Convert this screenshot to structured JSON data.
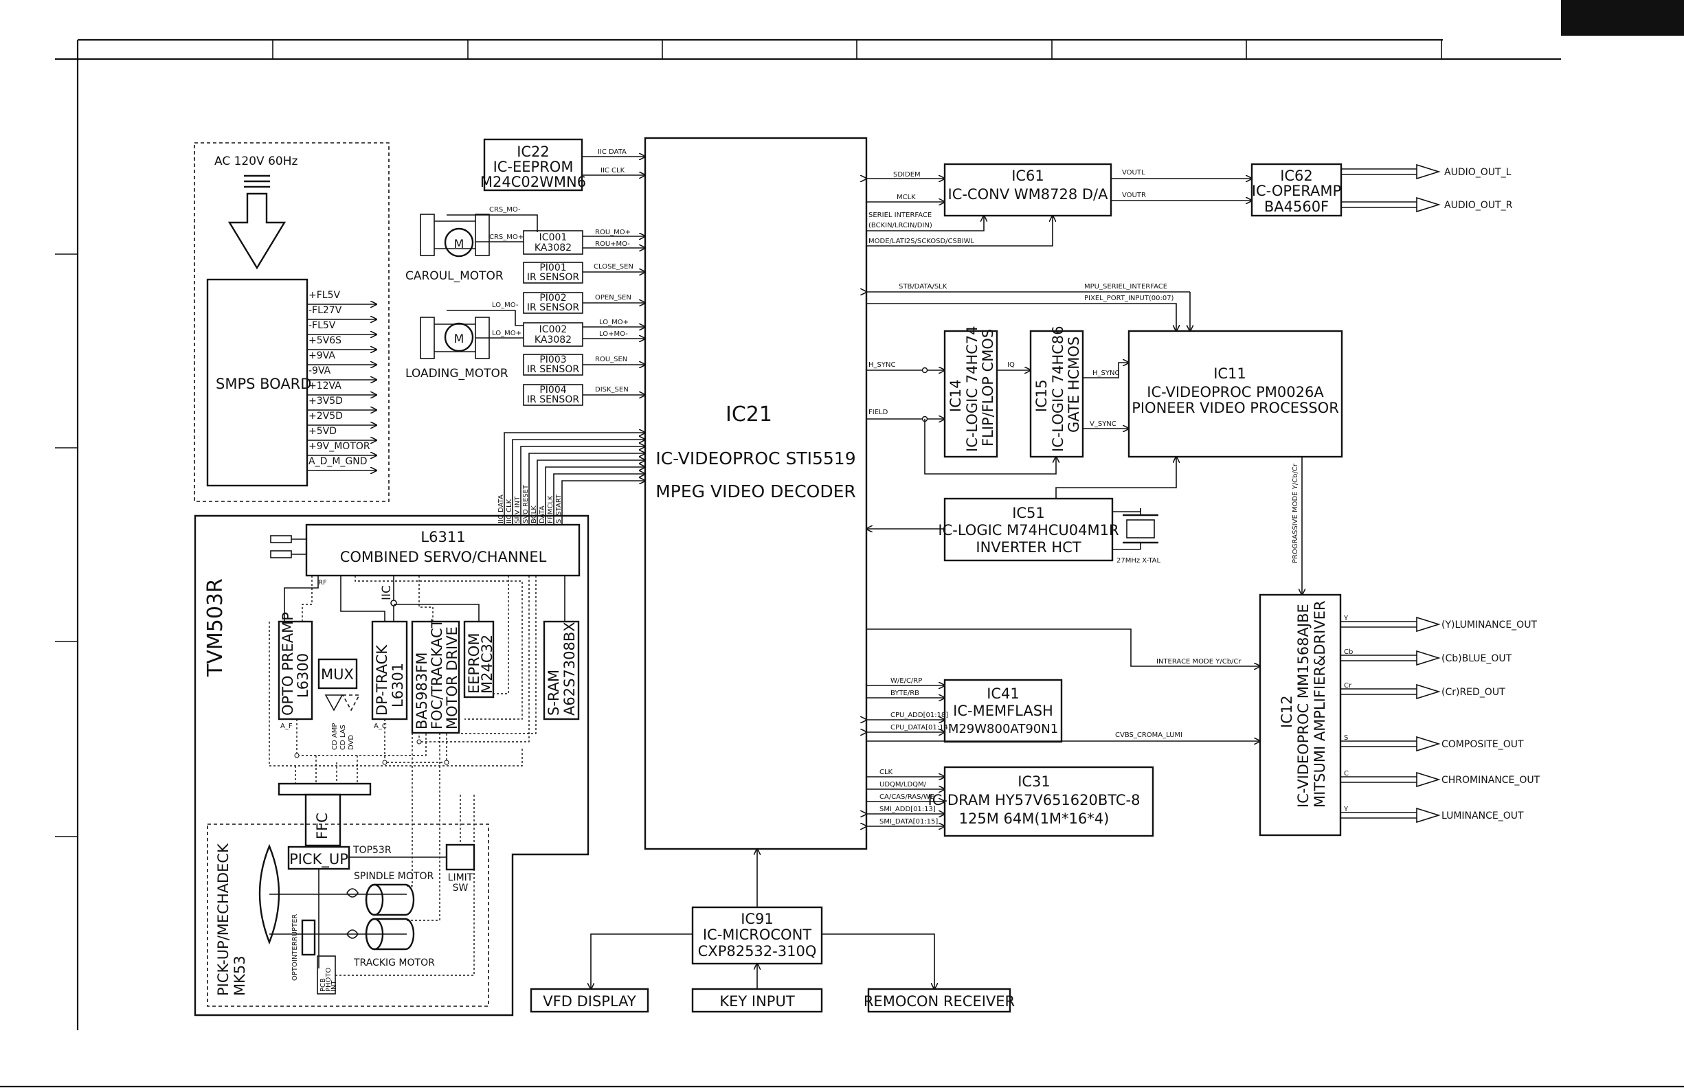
{
  "sheet": {
    "corner_tab": ""
  },
  "power": {
    "ac_label": "AC 120V 60Hz",
    "smps": "SMPS BOARD",
    "rails": [
      "+FL5V",
      "-FL27V",
      "-FL5V",
      "+5V6S",
      "+9VA",
      "-9VA",
      "+12VA",
      "+3V5D",
      "+2V5D",
      "+5VD",
      "+9V_MOTOR",
      "A_D_M_GND"
    ]
  },
  "tvm": {
    "title": "TVM503R",
    "l6311": {
      "id": "L6311",
      "name": "COMBINED SERVO/CHANNEL"
    },
    "opto": {
      "line1": "OPTO PREAMP",
      "line2": "L6300"
    },
    "mux": "MUX",
    "dp": {
      "line1": "DP-TRACK",
      "line2": "L6301"
    },
    "ba": {
      "line1": "BA5983FM",
      "line2": "FOC/TRACKACT",
      "line3": "MOTOR DRIVE"
    },
    "eeprom": {
      "line1": "EEPROM",
      "line2": "M24C32"
    },
    "sram": {
      "line1": "S-RAM",
      "line2": "A62S7308BX"
    },
    "iic": "IIC",
    "rf": "RF",
    "af": "A_F",
    "ac": "A_C",
    "cd_amp": "CD AMP",
    "cd_las": "CD LAS",
    "dvd": "DVD",
    "ffc": "FFC",
    "pickup": "PICK_UP",
    "top53r": "TOP53R",
    "spindle": "SPINDLE MOTOR",
    "tracking": "TRACKIG MOTOR",
    "limit": {
      "line1": "LIMIT",
      "line2": "SW"
    },
    "optointerrupter": "OPTOINTERRUPTER",
    "pcb": {
      "line1": "PCB",
      "line2": "PHOTO",
      "line3": "INT"
    },
    "mechadeck": {
      "line1": "PICK-UP/MECHADECK",
      "line2": "MK53"
    },
    "bus_labels": [
      "IIC DATA",
      "IIC CLK",
      "SRV INT",
      "SVO RESET",
      "BCLK",
      "DATA",
      "FRMCLK",
      "S_START"
    ]
  },
  "motors": {
    "crs_mo_minus": "CRS_MO-",
    "crs_mo_plus": "CRS_MO+",
    "ic001": {
      "id": "IC001",
      "part": "KA3082"
    },
    "rou_mo_plus": "ROU_MO+",
    "rou_mo_minus": "ROU+MO-",
    "pi001": {
      "id": "PI001",
      "name": "IR SENSOR"
    },
    "close_sen": "CLOSE_SEN",
    "caroul": "CAROUL_MOTOR",
    "pi002": {
      "id": "PI002",
      "name": "IR SENSOR"
    },
    "open_sen": "OPEN_SEN",
    "lo_mo_minus": "LO_MO-",
    "lo_mo_plus": "LO_MO+",
    "ic002": {
      "id": "IC002",
      "part": "KA3082"
    },
    "lo_mo_plus_r": "LO_MO+",
    "lo_mo_minus_r": "LO+MO-",
    "pi003": {
      "id": "PI003",
      "name": "IR SENSOR"
    },
    "rou_sen": "ROU_SEN",
    "loading": "LOADING_MOTOR",
    "pi004": {
      "id": "PI004",
      "name": "IR SENSOR"
    },
    "disk_sen": "DISK_SEN"
  },
  "ic22": {
    "id": "IC22",
    "name": "IC-EEPROM",
    "part": "M24C02WMN6",
    "sig1": "IIC DATA",
    "sig2": "IIC CLK"
  },
  "ic21": {
    "id": "IC21",
    "name": "IC-VIDEOPROC STI5519",
    "desc": "MPEG VIDEO DECODER"
  },
  "ic61": {
    "id": "IC61",
    "name": "IC-CONV WM8728 D/A"
  },
  "ic62": {
    "id": "IC62",
    "name": "IC-OPERAMP",
    "part": "BA4560F"
  },
  "audio": {
    "sdidem": "SDIDEM",
    "mclk": "MCLK",
    "seriel1": "SERIEL INTERFACE",
    "seriel2": "(BCKIN/LRCIN/DIN)",
    "mode": "MODE/LATI2S/SCKOSD/CSBIWL",
    "voutl": "VOUTL",
    "voutr": "VOUTR",
    "out_l": "AUDIO_OUT_L",
    "out_r": "AUDIO_OUT_R"
  },
  "bus": {
    "stb": "STB/DATA/SLK",
    "mpu": "MPU_SERIEL_INTERFACE",
    "pixel": "PIXEL_PORT_INPUT(00:07)",
    "hsync": "H_SYNC",
    "field": "FIELD",
    "iq": "IQ",
    "hsync2": "H_SYNC",
    "vsync": "V_SYNC"
  },
  "ic14": {
    "id": "IC14",
    "name": "IC-LOGIC 74HC74",
    "desc": "FLIP/FLOP CMOS"
  },
  "ic15": {
    "id": "IC15",
    "name": "IC-LOGIC 74HC86",
    "desc": "GATE HCMOS"
  },
  "ic11": {
    "id": "IC11",
    "name": "IC-VIDEOPROC PM0026A",
    "desc": "PIONEER VIDEO PROCESSOR"
  },
  "ic51": {
    "id": "IC51",
    "name": "IC-LOGIC M74HCU04M1R",
    "desc": "INVERTER HCT",
    "xtal": "27MHz X-TAL"
  },
  "ic12": {
    "id": "IC12",
    "name": "IC-VIDEOPROC MM1568AJBE",
    "desc": "MITSUMI AMPLIFIER&DRIVER",
    "progressive": "PROGRASSIVE MODE Y/Cb/Cr",
    "interlace": "INTERACE MODE Y/Cb/Cr",
    "cvbs": "CVBS_CROMA_LUMI",
    "pins": [
      "Y",
      "Cb",
      "Cr",
      "S",
      "C",
      "Y"
    ],
    "outputs": [
      "(Y)LUMINANCE_OUT",
      "(Cb)BLUE_OUT",
      "(Cr)RED_OUT",
      "COMPOSITE_OUT",
      "CHROMINANCE_OUT",
      "LUMINANCE_OUT"
    ]
  },
  "ic41": {
    "id": "IC41",
    "name": "IC-MEMFLASH",
    "part": "M29W800AT90N1",
    "signals": [
      "W/E/C/RP",
      "BYTE/RB",
      "CPU_ADD[01:18]",
      "CPU_DATA[01:14]"
    ]
  },
  "ic31": {
    "id": "IC31",
    "name": "IC-DRAM HY57V651620BTC-8",
    "desc": "125M 64M(1M*16*4)",
    "signals": [
      "CLK",
      "UDQM/LDQM/",
      "CA/CAS/RAS/WE",
      "SMI_ADD[01:13]",
      "SMI_DATA[01:15]"
    ]
  },
  "ic91": {
    "id": "IC91",
    "name": "IC-MICROCONT",
    "part": "CXP82532-310Q"
  },
  "bottom": {
    "vfd": "VFD DISPLAY",
    "key": "KEY INPUT",
    "remocon": "REMOCON RECEIVER"
  }
}
